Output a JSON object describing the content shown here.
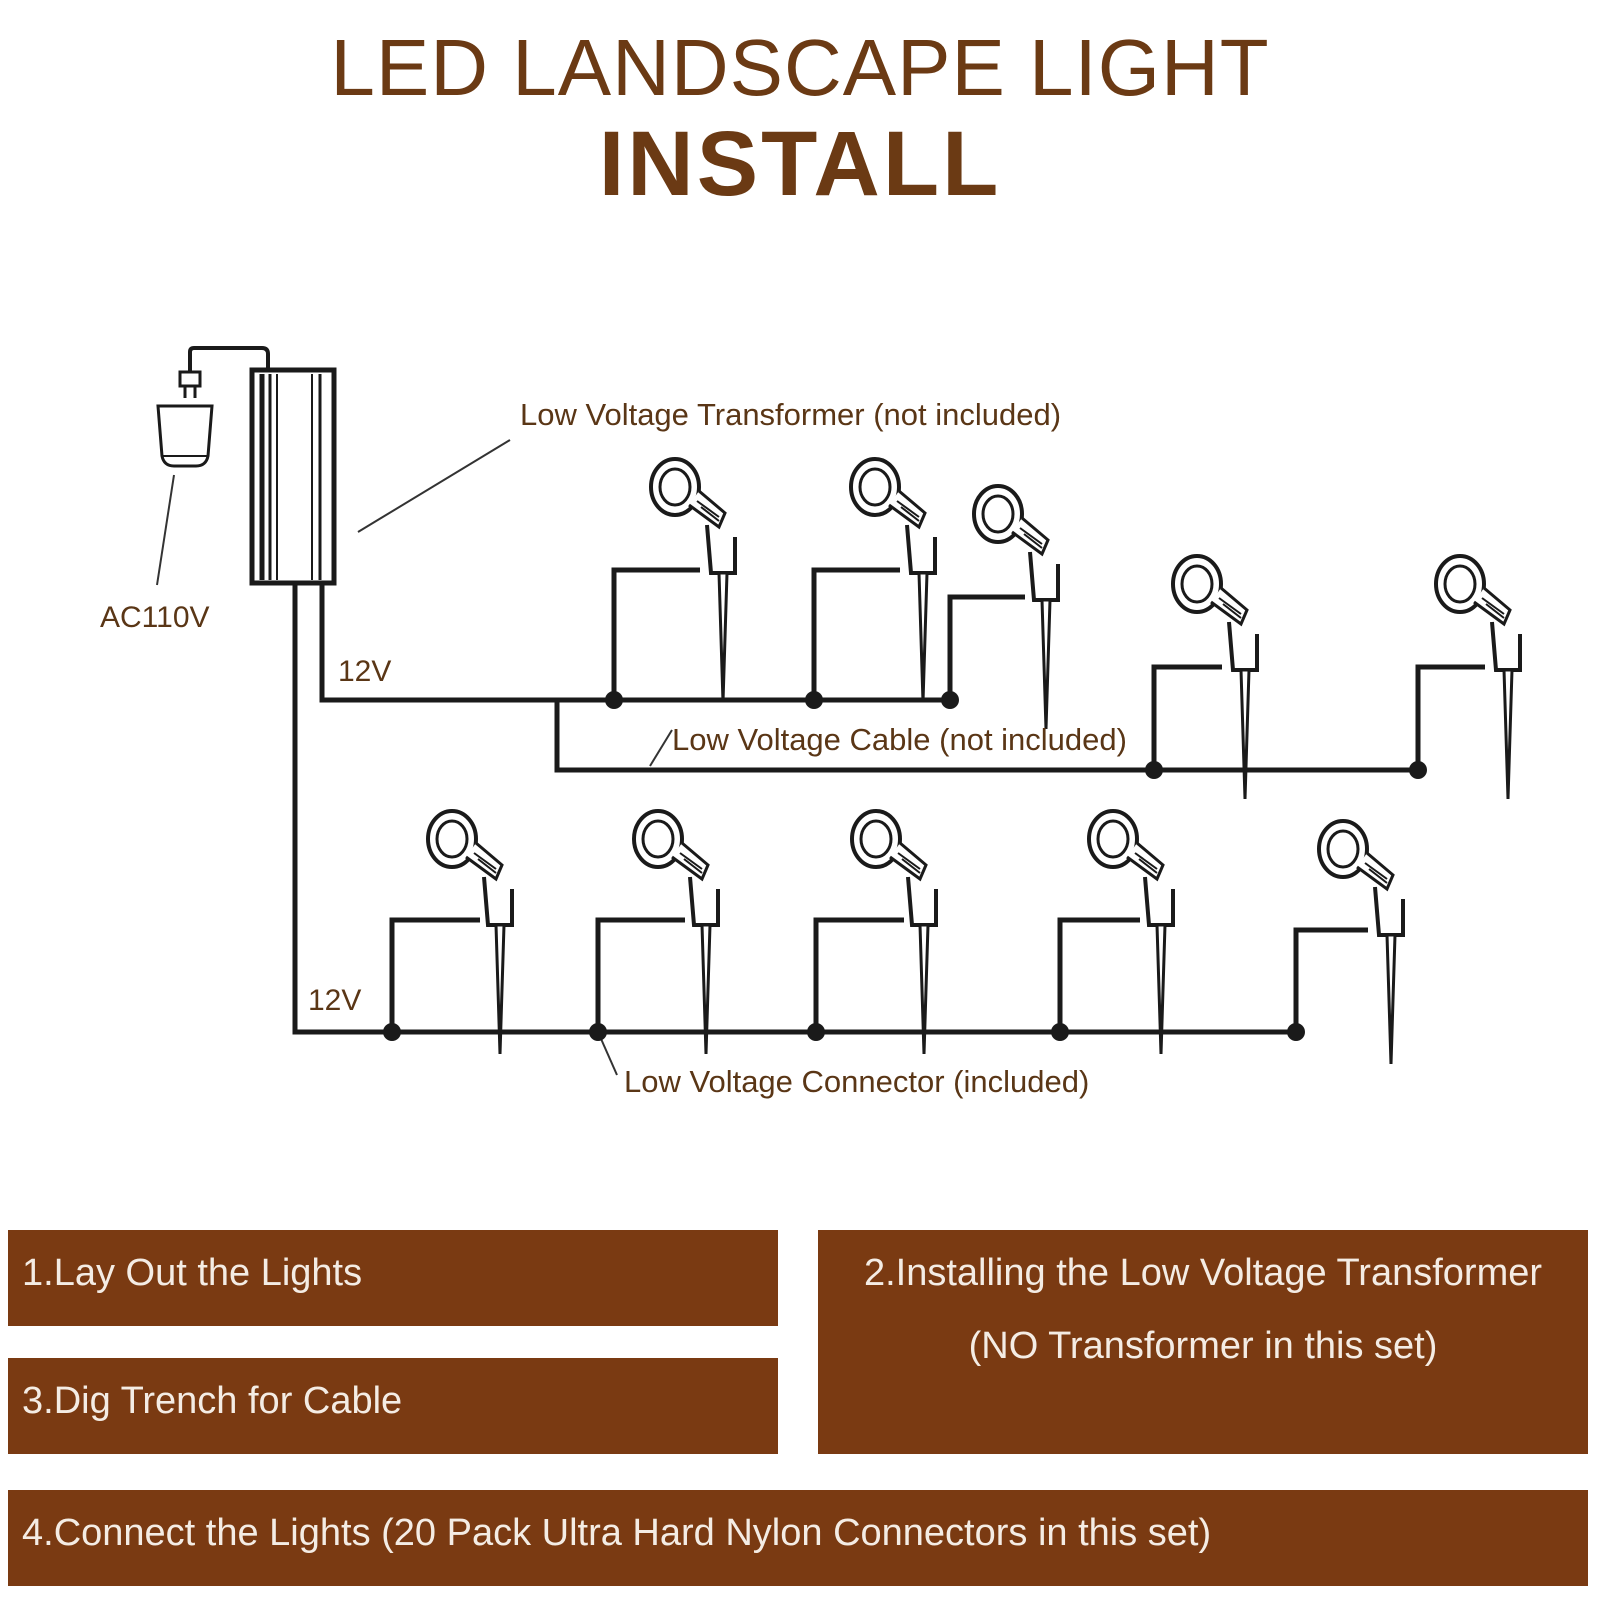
{
  "title": {
    "line1": "LED LANDSCAPE LIGHT",
    "line2": "INSTALL"
  },
  "diagram": {
    "transformer_label": "Low Voltage Transformer (not included)",
    "ac_label": "AC110V",
    "voltage_upper": "12V",
    "voltage_lower": "12V",
    "cable_label": "Low Voltage Cable (not included)",
    "connector_label": "Low Voltage Connector (included)"
  },
  "steps": {
    "step1": "1.Lay Out the Lights",
    "step2_line1": "2.Installing the Low Voltage Transformer",
    "step2_line2": "(NO Transformer in this set)",
    "step3": "3.Dig Trench for Cable",
    "step4": "4.Connect the Lights (20 Pack Ultra Hard Nylon Connectors in this set)"
  },
  "colors": {
    "title": "#6b3a14",
    "step_box": "#7a3a12",
    "step_text": "#f4ece4",
    "line": "#1a1a1a"
  }
}
